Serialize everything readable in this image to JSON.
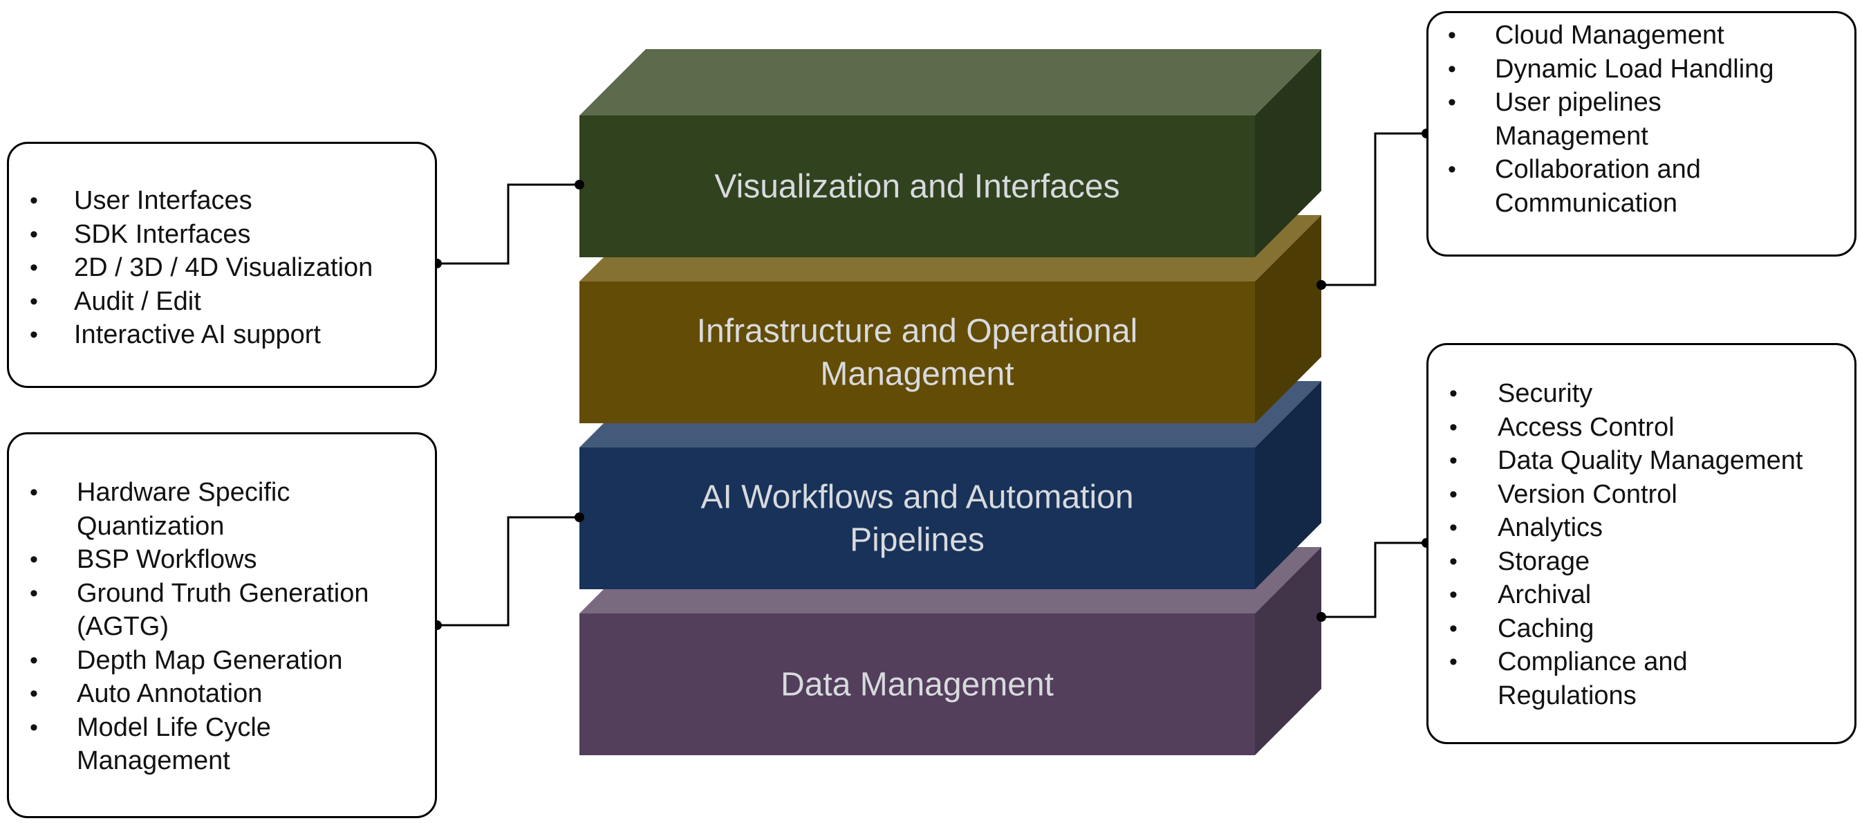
{
  "layers": [
    {
      "label_lines": [
        "Data Management"
      ],
      "front": "#533e5c",
      "top": "#7a6a80",
      "side": "#423449"
    },
    {
      "label_lines": [
        "AI Workflows and Automation",
        "Pipelines"
      ],
      "front": "#183259",
      "top": "#445a7a",
      "side": "#132746"
    },
    {
      "label_lines": [
        "Infrastructure and Operational",
        "Management"
      ],
      "front": "#634c05",
      "top": "#857131",
      "side": "#4e3c05"
    },
    {
      "label_lines": [
        "Visualization and Interfaces"
      ],
      "front": "#31421f",
      "top": "#5c6b4c",
      "side": "#27351a"
    }
  ],
  "boxes": {
    "top_left": {
      "items": [
        "User Interfaces",
        "SDK Interfaces",
        "2D / 3D / 4D Visualization",
        "Audit / Edit",
        "Interactive AI support"
      ]
    },
    "bottom_left": {
      "items": [
        [
          "Hardware Specific",
          "Quantization"
        ],
        [
          "BSP Workflows"
        ],
        [
          "Ground Truth Generation",
          "(AGTG)"
        ],
        [
          "Depth Map Generation"
        ],
        [
          "Auto Annotation"
        ],
        [
          "Model Life Cycle",
          "Management"
        ]
      ]
    },
    "top_right": {
      "items": [
        [
          "Cloud Management"
        ],
        [
          "Dynamic Load Handling"
        ],
        [
          "User pipelines",
          "Management"
        ],
        [
          "Collaboration and",
          "Communication"
        ]
      ]
    },
    "bottom_right": {
      "items": [
        [
          "Security"
        ],
        [
          "Access Control"
        ],
        [
          "Data Quality Management"
        ],
        [
          "Version Control"
        ],
        [
          "Analytics"
        ],
        [
          "Storage"
        ],
        [
          "Archival"
        ],
        [
          "Caching"
        ],
        [
          "Compliance and",
          "Regulations"
        ]
      ]
    }
  },
  "bullet_char": "•",
  "colors": {
    "connector": "#000000",
    "box_border": "#000000",
    "label_text": "#d8dade"
  }
}
